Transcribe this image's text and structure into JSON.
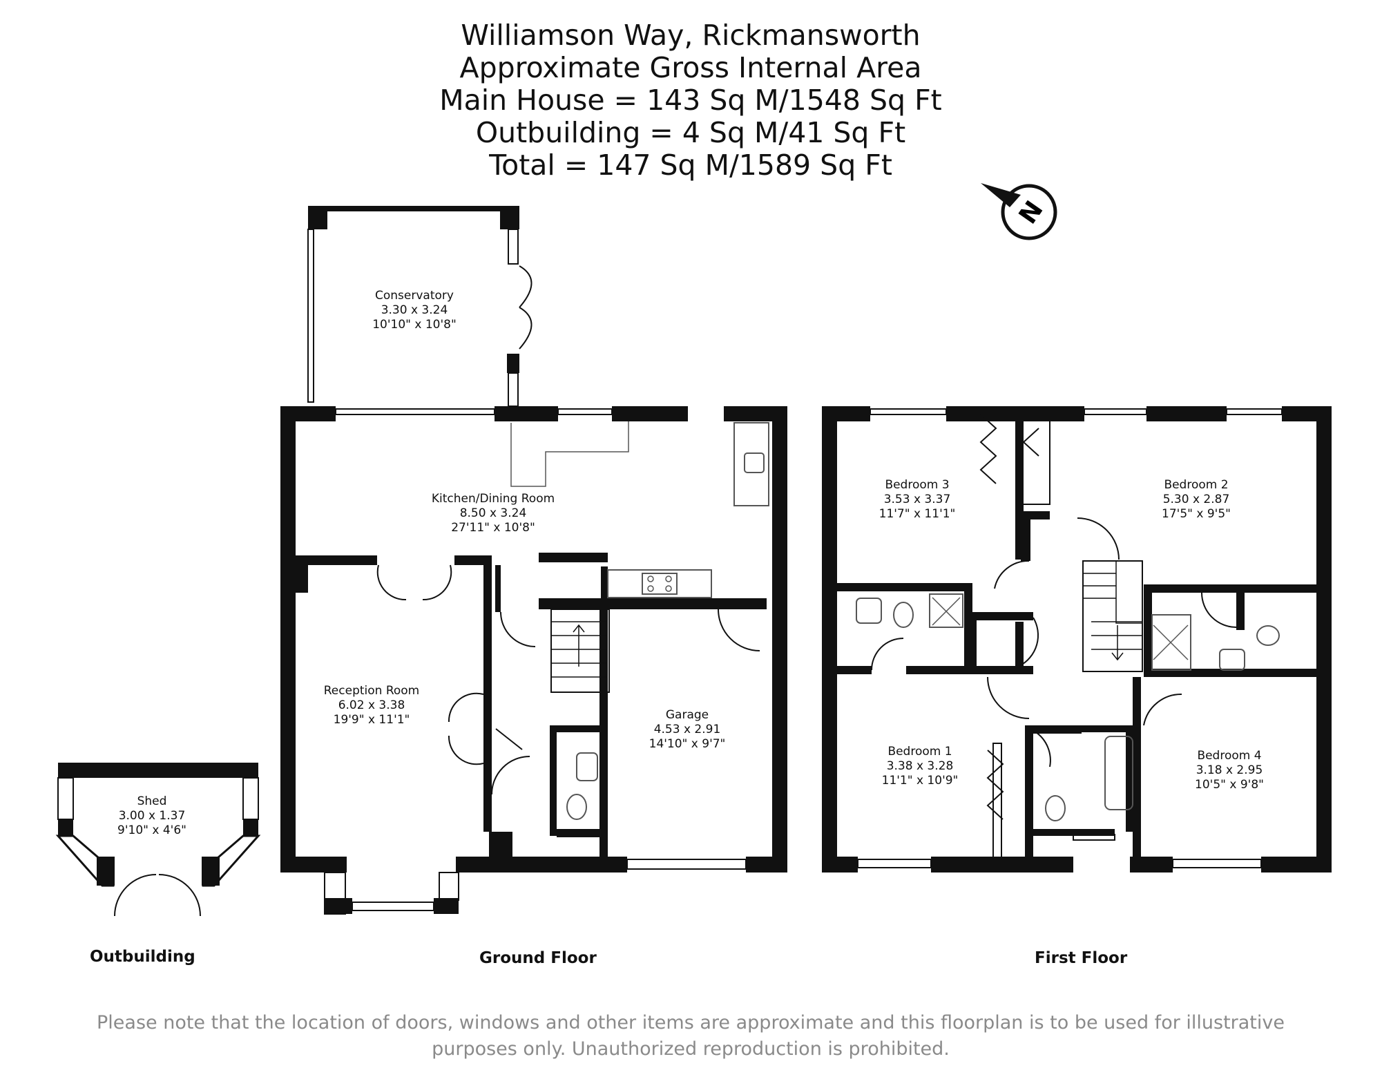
{
  "title": {
    "line1": "Williamson Way, Rickmansworth",
    "line2": "Approximate Gross Internal Area",
    "line3": "Main House = 143 Sq M/1548 Sq Ft",
    "line4": "Outbuilding = 4 Sq M/41 Sq Ft",
    "line5": "Total = 147 Sq M/1589 Sq Ft"
  },
  "compass": {
    "label": "N",
    "icon": "north-compass-icon"
  },
  "rooms": {
    "conservatory": {
      "name": "Conservatory",
      "metric": "3.30 x 3.24",
      "imperial": "10'10\" x 10'8\""
    },
    "kitchen": {
      "name": "Kitchen/Dining Room",
      "metric": "8.50 x 3.24",
      "imperial": "27'11\" x 10'8\""
    },
    "reception": {
      "name": "Reception Room",
      "metric": "6.02 x 3.38",
      "imperial": "19'9\" x 11'1\""
    },
    "garage": {
      "name": "Garage",
      "metric": "4.53 x 2.91",
      "imperial": "14'10\" x 9'7\""
    },
    "shed": {
      "name": "Shed",
      "metric": "3.00 x 1.37",
      "imperial": "9'10\" x 4'6\""
    },
    "bedroom3": {
      "name": "Bedroom 3",
      "metric": "3.53 x 3.37",
      "imperial": "11'7\" x 11'1\""
    },
    "bedroom2": {
      "name": "Bedroom 2",
      "metric": "5.30 x 2.87",
      "imperial": "17'5\" x 9'5\""
    },
    "bedroom1": {
      "name": "Bedroom 1",
      "metric": "3.38 x 3.28",
      "imperial": "11'1\" x 10'9\""
    },
    "bedroom4": {
      "name": "Bedroom 4",
      "metric": "3.18 x 2.95",
      "imperial": "10'5\" x 9'8\""
    }
  },
  "labels": {
    "outbuilding": "Outbuilding",
    "ground_floor": "Ground Floor",
    "first_floor": "First Floor"
  },
  "disclaimer": {
    "line1": "Please note that the location of doors, windows and other items are approximate and this floorplan is to be used for illustrative",
    "line2": "purposes only. Unauthorized reproduction is prohibited."
  },
  "colors": {
    "wall": "#111111",
    "text": "#111111",
    "disclaimer": "#8a8a8a",
    "fixture": "#555555"
  }
}
